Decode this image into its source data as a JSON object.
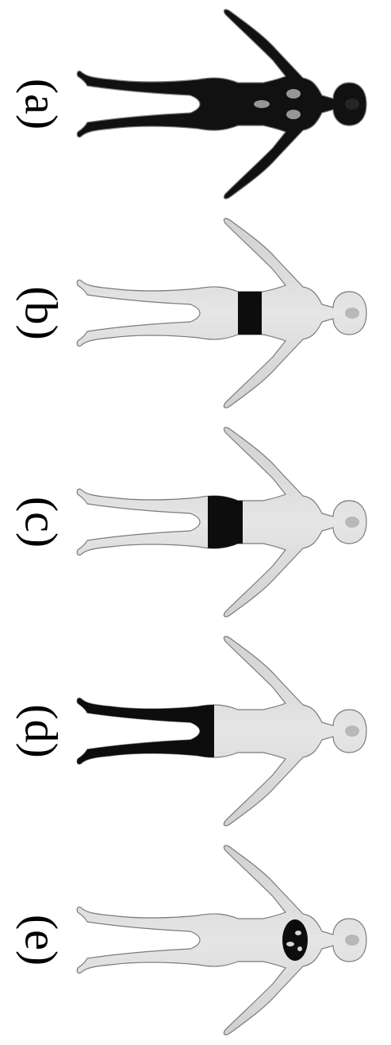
{
  "figure": {
    "panels": [
      {
        "label": "(a)",
        "highlight": "full-body",
        "body_color": "#111111",
        "highlight_color": "#111111"
      },
      {
        "label": "(b)",
        "highlight": "waist-band",
        "body_color": "#c9c9c9",
        "highlight_color": "#0d0d0d"
      },
      {
        "label": "(c)",
        "highlight": "hip-band",
        "body_color": "#c9c9c9",
        "highlight_color": "#0d0d0d"
      },
      {
        "label": "(d)",
        "highlight": "legs",
        "body_color": "#c9c9c9",
        "highlight_color": "#0d0d0d"
      },
      {
        "label": "(e)",
        "highlight": "chest-patch",
        "body_color": "#c9c9c9",
        "highlight_color": "#0d0d0d"
      }
    ]
  }
}
